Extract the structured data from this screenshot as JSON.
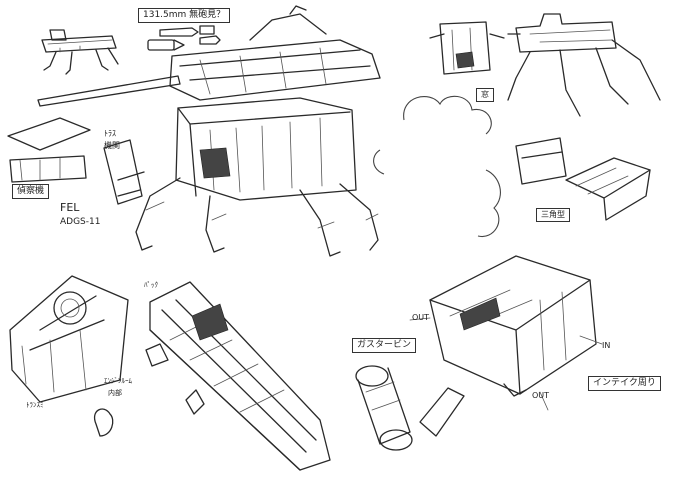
{
  "notes": {
    "caliber": "131.5mm 無砲見？",
    "fel": "FEL",
    "adgs": "ADGS-11",
    "scout": "偵察機",
    "turret_left": "ﾄﾗｽ",
    "turret_sub": "機関",
    "turbine": "ガスタービン",
    "out_top": "OUT",
    "out_bottom": "OUT",
    "in_label": "IN",
    "intake": "インテイク周り",
    "sensor": "三角型",
    "small_mark": "窓",
    "engine_note": "ｴﾝｼﾞﾝﾙｰﾑ",
    "engine_sub": "内部",
    "bottom_left_tag": "ﾄﾗﾝｽﾐ",
    "bottom_mid_tag": "ﾊﾟｯｸ"
  }
}
